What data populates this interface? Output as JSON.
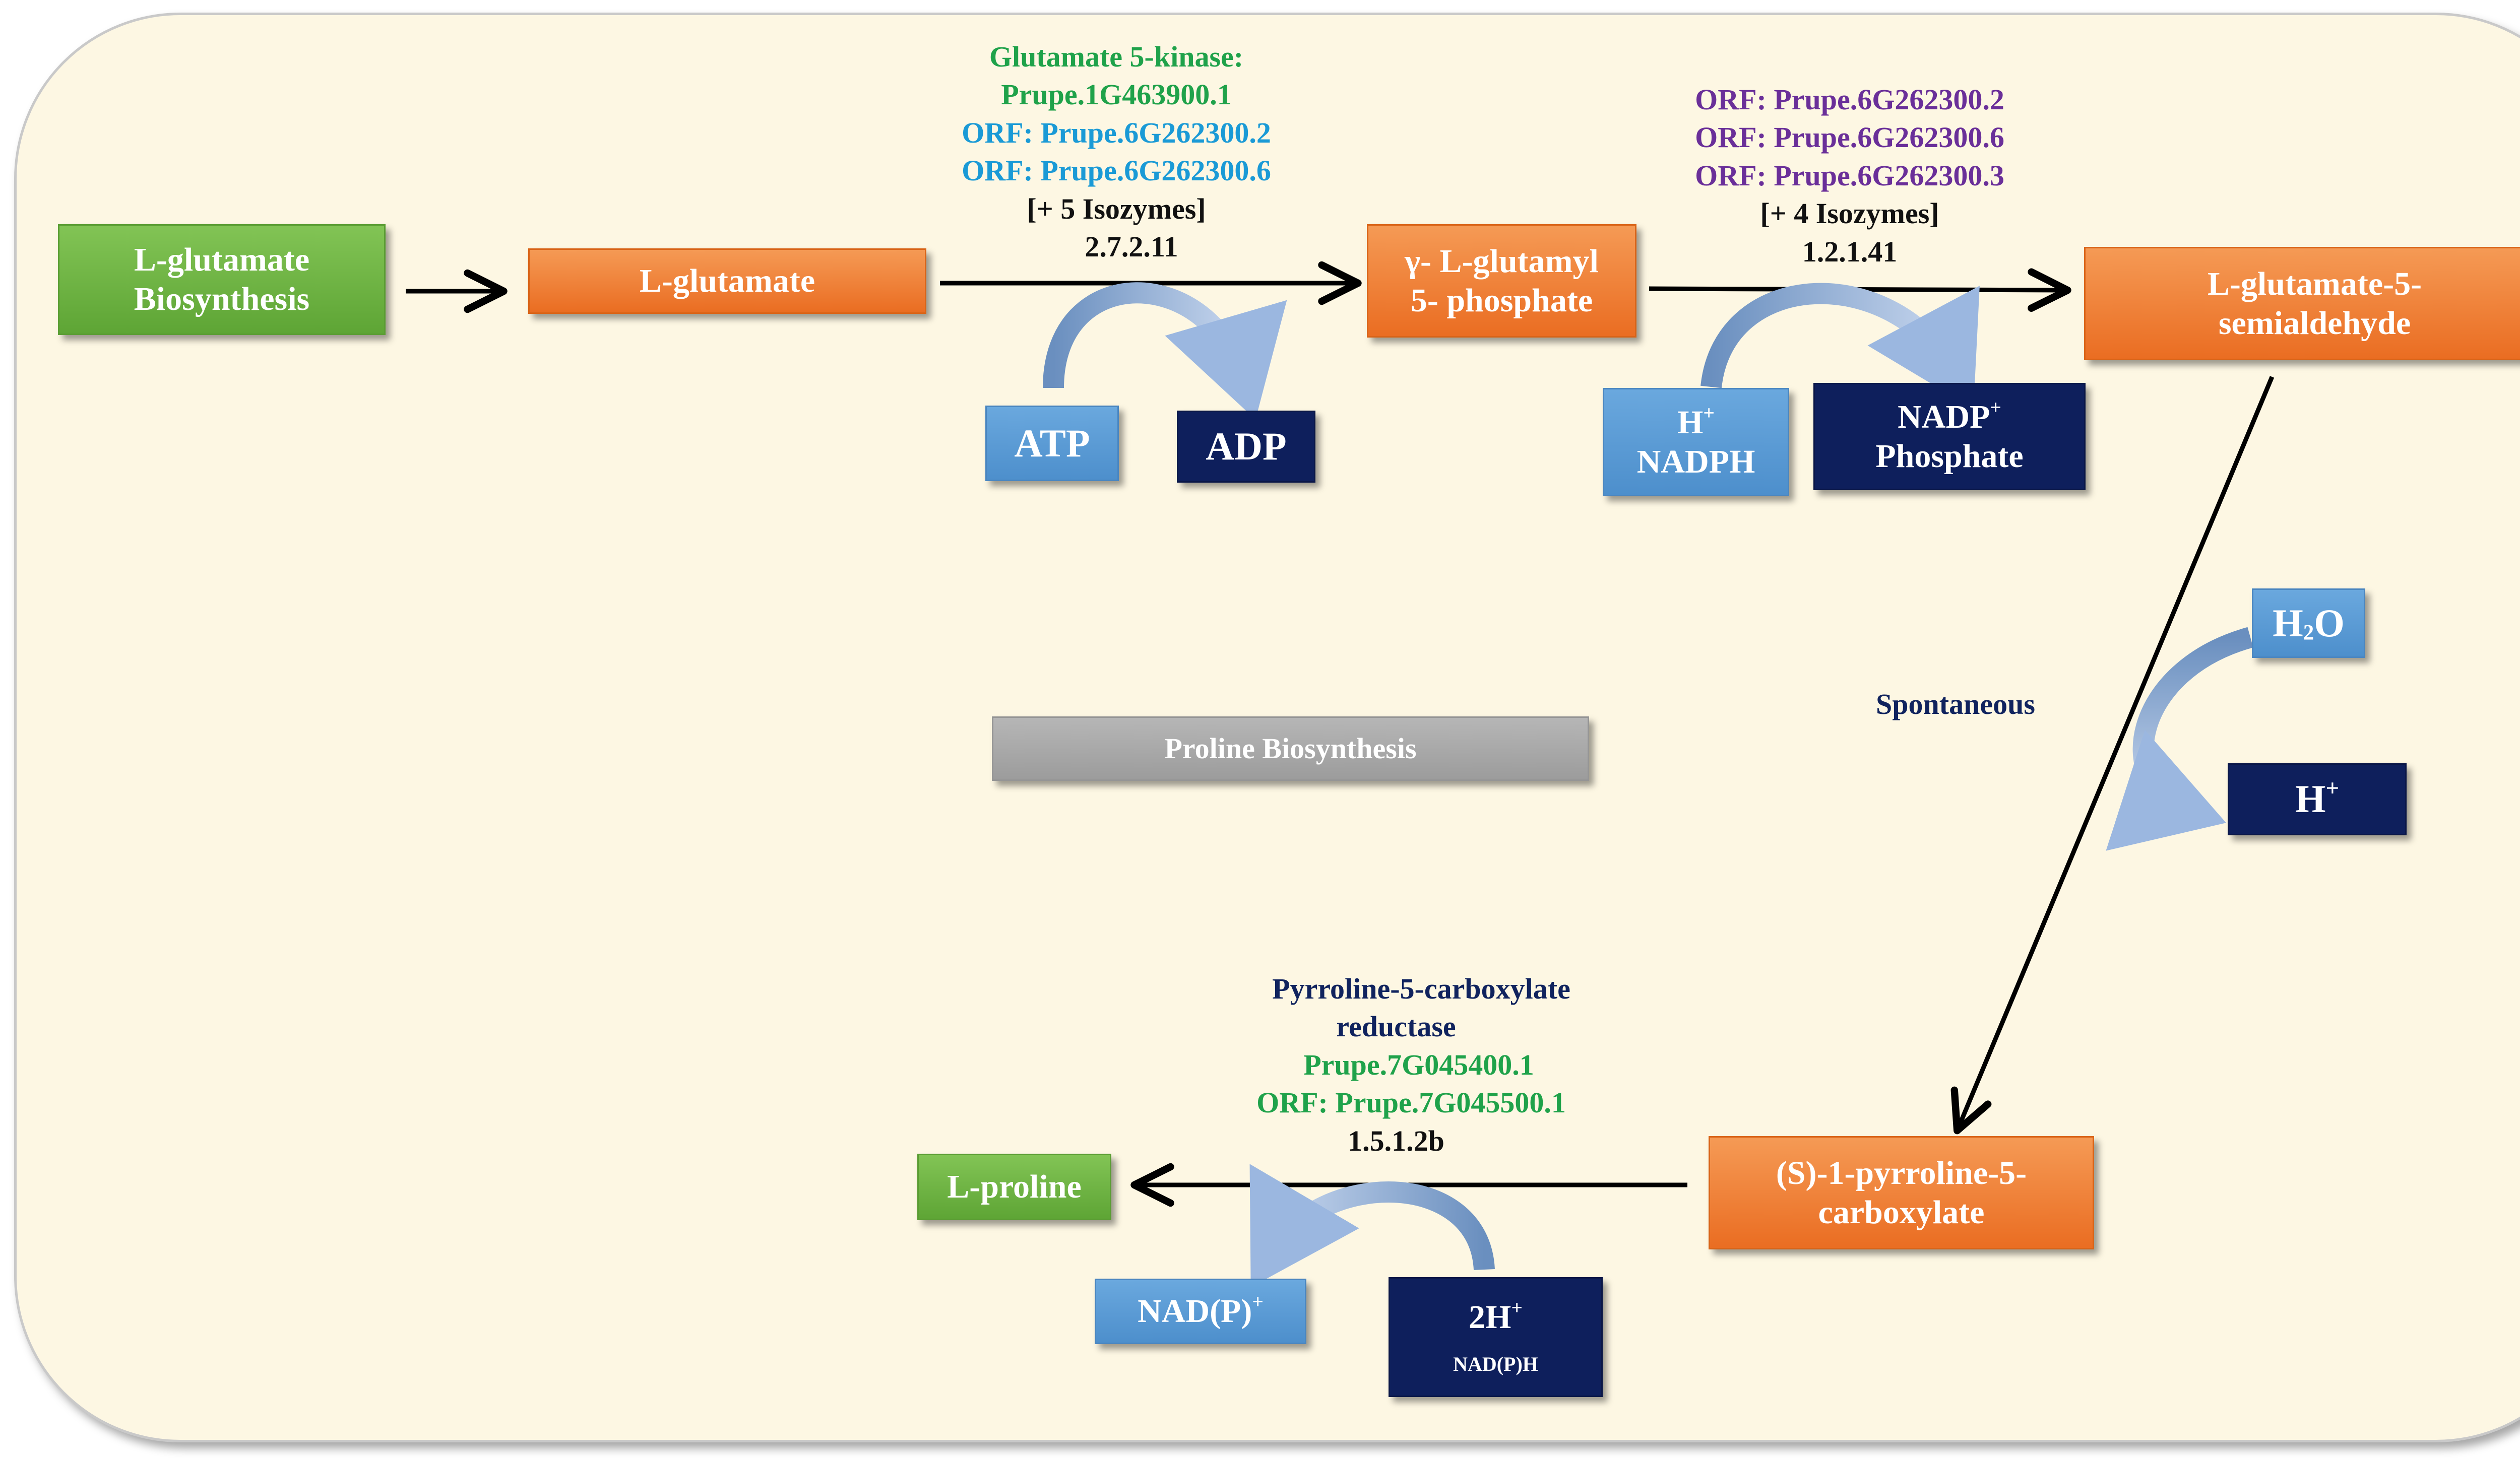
{
  "diagram": {
    "title": "Proline Biosynthesis",
    "nodes": {
      "glutamate_biosynthesis": [
        "L-glutamate",
        "Biosynthesis"
      ],
      "l_glutamate": "L-glutamate",
      "glutamyl_phosphate": [
        "γ- L-glutamyl",
        "5- phosphate"
      ],
      "glutamate_semialdehyde": [
        "L-glutamate-5-",
        "semialdehyde"
      ],
      "p5c": [
        "(S)-1-pyrroline-5-",
        "carboxylate"
      ],
      "l_proline": "L-proline"
    },
    "cofactors": {
      "atp": "ATP",
      "adp": "ADP",
      "h_plus_1": "H",
      "h_plus_1_sup": "+",
      "nadph": "NADPH",
      "nadp_plus": "NADP",
      "nadp_plus_sup": "+",
      "phosphate": "Phosphate",
      "water_h": "H",
      "water_sub": "2",
      "water_o": "O",
      "h_plus_2": "H",
      "h_plus_2_sup": "+",
      "nadp_oxidized": "NAD(P)",
      "nadp_oxidized_sup": "+",
      "two_h_plus": "2H",
      "two_h_plus_sup": "+",
      "nadph_reduced": "NAD(P)H"
    },
    "reactions": {
      "step1": {
        "enzyme": "Glutamate 5-kinase:",
        "gene": "Prupe.1G463900.1",
        "orfs": [
          "ORF: Prupe.6G262300.2",
          "ORF: Prupe.6G262300.6"
        ],
        "isozymes": "[+ 5 Isozymes]",
        "ec": "2.7.2.11"
      },
      "step2": {
        "orfs": [
          "ORF: Prupe.6G262300.2",
          "ORF: Prupe.6G262300.6",
          "ORF: Prupe.6G262300.3"
        ],
        "isozymes": "[+ 4 Isozymes]",
        "ec": "1.2.1.41"
      },
      "step3": {
        "label": "Spontaneous"
      },
      "step4": {
        "enzyme": [
          "Pyrroline-5-carboxylate",
          "reductase"
        ],
        "gene": "Prupe.7G045400.1",
        "orf": "ORF: Prupe.7G045500.1",
        "ec": "1.5.1.2b"
      }
    },
    "colors": {
      "background": "#fdf7e3",
      "metabolite": "#ee7a2e",
      "endpoint": "#6db33f",
      "cofactor_light": "#5b9bd5",
      "cofactor_dark": "#0e1f5c",
      "gene_green": "#1fa24a",
      "orf_cyan": "#1a9ad6",
      "orf_purple": "#6a2f99"
    }
  }
}
